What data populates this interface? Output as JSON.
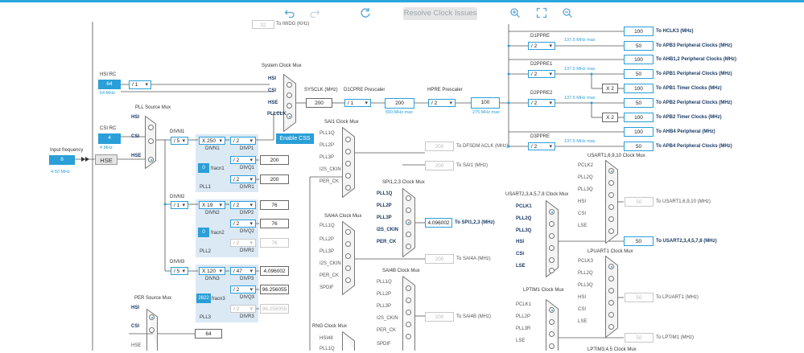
{
  "toolbar": {
    "undo_icon": "undo-icon",
    "redo_icon": "redo-icon",
    "refresh_icon": "refresh-icon",
    "resolve_label": "Resolve Clock Issues",
    "zoom_in_icon": "zoom-in-icon",
    "fit_icon": "fit-icon",
    "zoom_out_icon": "zoom-out-icon"
  },
  "colors": {
    "accent": "#2a9fd8",
    "pll_bg": "#dbe9f5"
  },
  "iwdg": {
    "value": "32",
    "label": "To IWDG (KHz)"
  },
  "hsi": {
    "title": "HSI RC",
    "value": "64",
    "freq": "64 MHz",
    "div": "/ 1"
  },
  "csi": {
    "title": "CSI RC",
    "value": "4",
    "freq": "4 MHz"
  },
  "input_freq": {
    "title": "Input frequency",
    "value": "8",
    "range": "4-50 MHz",
    "hse": "HSE"
  },
  "pll_mux": {
    "title": "PLL Source Mux",
    "in": [
      "HSI",
      "CSI",
      "HSE"
    ]
  },
  "sys_mux": {
    "title": "System Clock Mux",
    "in": [
      "HSI",
      "CSI",
      "HSE",
      "PLLCLK"
    ]
  },
  "enable_css": "Enable CSS",
  "sysclk": {
    "label": "SYSCLK (MHz)",
    "value": "200"
  },
  "d1cpre": {
    "label": "D1CPRE Prescaler",
    "div": "/ 1",
    "value": "200",
    "max": "550 MHz max"
  },
  "hpre": {
    "label": "HPRE Prescaler",
    "div": "/ 2",
    "value": "100",
    "max": "275 MHz max"
  },
  "pll1": {
    "divm_label": "DIVM1",
    "divm": "/ 5",
    "divn": "X 250",
    "divn_label": "DIVN1",
    "divp": "/ 2",
    "divp_label": "DIVP1",
    "frac": "0",
    "frac_label": "fracn1",
    "divq": "/ 2",
    "divq_label": "DIVQ1",
    "divq_val": "200",
    "divr": "/ 2",
    "divr_label": "DIVR1",
    "divr_val": "200",
    "name": "PLL1"
  },
  "pll2": {
    "divm_label": "DIVM2",
    "divm": "/ 1",
    "divn": "X 19",
    "divn_label": "DIVN2",
    "divp": "/ 2",
    "divp_label": "DIVP2",
    "divp_val": "76",
    "frac": "0",
    "frac_label": "fracn2",
    "divq": "/ 2",
    "divq_label": "DIVQ2",
    "divq_val": "76",
    "divr": "/ 2",
    "divr_label": "DIVR2",
    "divr_val": "76",
    "name": "PLL2"
  },
  "pll3": {
    "divm_label": "DIVM3",
    "divm": "/ 5",
    "divn": "X 120",
    "divn_label": "DIVN3",
    "divp": "/ 47",
    "divp_label": "DIVP3",
    "divp_val": "4.096002",
    "frac": "2822",
    "frac_label": "fracn3",
    "divq": "/ 2",
    "divq_label": "DIVQ3",
    "divq_val": "96.256055",
    "divr": "/ 2",
    "divr_label": "DIVR3",
    "divr_val": "96.256055",
    "name": "PLL3"
  },
  "per_mux": {
    "title": "PER Source Mux",
    "in": [
      "HSI",
      "CSI",
      "HSE"
    ],
    "value": "64"
  },
  "sai1_mux": {
    "title": "SAI1 Clock Mux",
    "in": [
      "PLL1Q",
      "PLL2P",
      "PLL3P",
      "I2S_CKIN",
      "PER_CK"
    ],
    "dfsdm_val": "200",
    "dfsdm_label": "To DFSDM ACLK (MHz)",
    "out_val": "200",
    "out_label": "To SAI1 (MHz)"
  },
  "spi_mux": {
    "title": "SPI1,2,3 Clock Mux",
    "in": [
      "PLL1Q",
      "PLL2P",
      "PLL3P",
      "I2S_CKIN",
      "PER_CK"
    ],
    "out_val": "4.096002",
    "out_label": "To SPI1,2,3 (MHz)"
  },
  "sai4a_mux": {
    "title": "SAI4A Clock Mux",
    "in": [
      "PLL1Q",
      "PLL2P",
      "PLL3P",
      "I2S_CKIN",
      "PER_CK",
      "SPDIF"
    ],
    "out_val": "200",
    "out_label": "To SAI4A (MHz)"
  },
  "sai4b_mux": {
    "title": "SAI4B Clock Mux",
    "in": [
      "PLL1Q",
      "PLL2P",
      "PLL3P",
      "I2S_CKIN",
      "PER_CK",
      "SPDIF"
    ],
    "out_val": "200",
    "out_label": "To SAI4B (MHz)"
  },
  "rng_mux": {
    "title": "RNG Clock Mux",
    "in": [
      "HSI48",
      "PLL1Q"
    ]
  },
  "bus": {
    "hclk3_val": "100",
    "hclk3": "To HCLK3 (MHz)",
    "d1ppre": "D1PPRE",
    "d1ppre_div": "/ 2",
    "apb3_max": "137.5 MHz max",
    "apb3_val": "50",
    "apb3": "To APB3 Peripheral Clocks (MHz)",
    "ahb12_val": "100",
    "ahb12": "To AHB1,2 Peripheral Clocks (MHz)",
    "d2ppre1": "D2PPRE1",
    "d2ppre1_div": "/ 2",
    "apb1_max": "137.5 MHz max",
    "apb1_val": "50",
    "apb1": "To APB1 Peripheral Clocks (MHz)",
    "x2a": "X 2",
    "apb1t_val": "100",
    "apb1t": "To APB1 Timer Clocks (MHz)",
    "d2ppre2": "D2PPRE2",
    "d2ppre2_div": "/ 2",
    "apb2_max": "137.5 MHz max",
    "apb2_val": "50",
    "apb2": "To APB2 Peripheral Clocks (MHz)",
    "x2b": "X 2",
    "apb2t_val": "100",
    "apb2t": "To APB2 Timer Clocks (MHz)",
    "ahb4_val": "100",
    "ahb4": "To AHB4 Peripheral (MHz)",
    "d3ppre": "D3PPRE",
    "d3ppre_div": "/ 2",
    "apb4_max": "137.5 MHz max",
    "apb4_val": "50",
    "apb4": "To APB4 Peripheral Clocks (MHz)"
  },
  "usart16_mux": {
    "title": "USART1,6,9,10 Clock Mux",
    "in": [
      "PCLK2",
      "PLL2Q",
      "PLL3Q",
      "HSI",
      "CSI",
      "LSE"
    ],
    "out_val": "50",
    "out_label": "To USART1,6,9,10 (MHz)"
  },
  "usart23_mux": {
    "title": "USART2,3,4,5,7,8 Clock Mux",
    "in": [
      "PCLK1",
      "PLL2Q",
      "PLL3Q",
      "HSI",
      "CSI",
      "LSE"
    ],
    "out_val": "50",
    "out_label": "To USART2,3,4,5,7,8 (MHz)"
  },
  "lpuart_mux": {
    "title": "LPUART1 Clock Mux",
    "in": [
      "PCLK3",
      "PLL2Q",
      "PLL3Q",
      "HSI",
      "CSI",
      "LSE"
    ],
    "out_val": "50",
    "out_label": "To LPUART1 (MHz)"
  },
  "lptim1_mux": {
    "title": "LPTIM1 Clock Mux",
    "in": [
      "PCLK1",
      "PLL2P",
      "PLL3R",
      "LSE"
    ],
    "out_val": "50",
    "out_label": "To LPTIM1 (MHz)"
  },
  "lptim345_title": "LPTIM3,4,5 Clock Mux"
}
